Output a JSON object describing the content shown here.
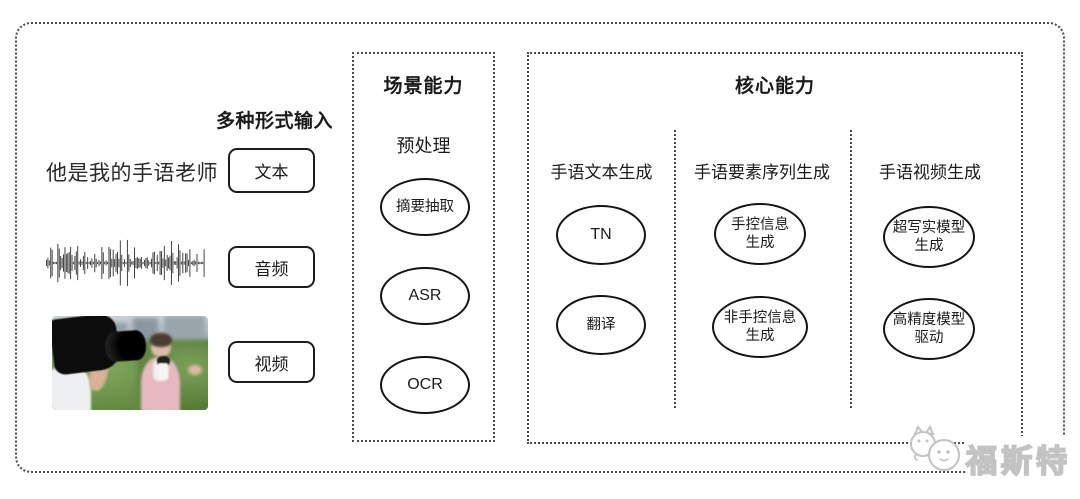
{
  "input_section": {
    "heading": "多种形式输入",
    "text_example": "他是我的手语老师",
    "items": [
      {
        "label": "文本"
      },
      {
        "label": "音频"
      },
      {
        "label": "视频"
      }
    ]
  },
  "scene_section": {
    "title": "场景能力",
    "subtitle": "预处理",
    "nodes": [
      "摘要抽取",
      "ASR",
      "OCR"
    ]
  },
  "core_section": {
    "title": "核心能力",
    "columns": [
      {
        "header": "手语文本生成",
        "nodes": [
          "TN",
          "翻译"
        ]
      },
      {
        "header": "手语要素序列生成",
        "nodes": [
          "手控信息\n生成",
          "非手控信息\n生成"
        ]
      },
      {
        "header": "手语视频生成",
        "nodes": [
          "超写实模型\n生成",
          "高精度模型\n驱动"
        ]
      }
    ]
  },
  "watermark": {
    "text": "福斯特"
  },
  "icons": {
    "waveform": "audio-waveform-icon",
    "mascot": "two-cartoon-faces-icon"
  },
  "colors": {
    "dotted_line": "#4a4a4a",
    "node_border": "#141414",
    "watermark_gray": "#c3c3c3"
  }
}
